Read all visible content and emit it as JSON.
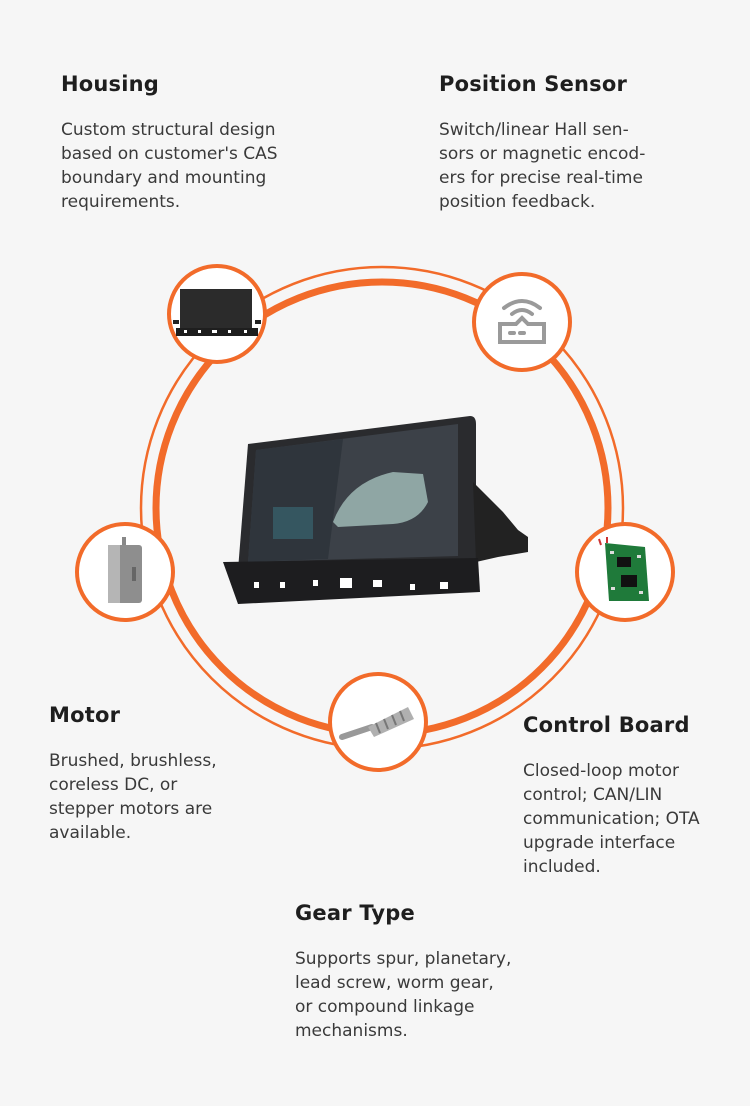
{
  "accent_color": "#f26b2a",
  "features": [
    {
      "id": "housing",
      "title": "Housing",
      "text": "Custom structural design\nbased on customer's CAS\nboundary and mounting\nrequirements.",
      "icon": "housing-image"
    },
    {
      "id": "position-sensor",
      "title": "Position Sensor",
      "text": "Switch/linear Hall sen-\nsors or magnetic encod-\ners for precise real-time\nposition feedback.",
      "icon": "wireless-sensor-icon"
    },
    {
      "id": "motor",
      "title": "Motor",
      "text": "Brushed, brushless,\ncoreless DC, or\nstepper motors are\navailable.",
      "icon": "motor-image"
    },
    {
      "id": "control-board",
      "title": "Control Board",
      "text": "Closed-loop motor\ncontrol; CAN/LIN\ncommunication; OTA\nupgrade interface\nincluded.",
      "icon": "pcb-image"
    },
    {
      "id": "gear-type",
      "title": "Gear Type",
      "text": "Supports spur, planetary,\nlead screw, worm gear,\nor compound linkage\nmechanisms.",
      "icon": "worm-gear-image"
    }
  ]
}
